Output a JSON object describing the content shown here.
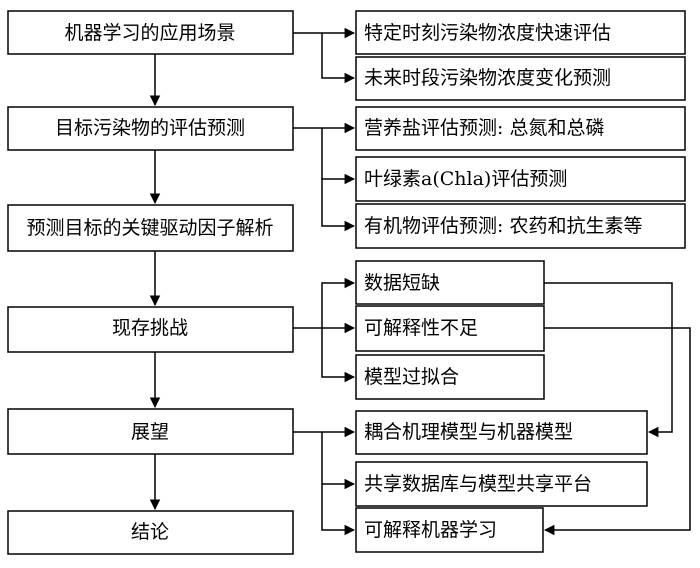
{
  "diagram": {
    "main_nodes": [
      {
        "id": "m1",
        "label": "机器学习的应用场景"
      },
      {
        "id": "m2",
        "label": "目标污染物的评估预测"
      },
      {
        "id": "m3",
        "label": "预测目标的关键驱动因子解析"
      },
      {
        "id": "m4",
        "label": "现存挑战"
      },
      {
        "id": "m5",
        "label": "展望"
      },
      {
        "id": "m6",
        "label": "结论"
      }
    ],
    "side_nodes": [
      {
        "id": "s1",
        "label": "特定时刻污染物浓度快速评估"
      },
      {
        "id": "s2",
        "label": "未来时段污染物浓度变化预测"
      },
      {
        "id": "s3",
        "label": "营养盐评估预测: 总氮和总磷"
      },
      {
        "id": "s4",
        "label": "叶绿素a(Chla)评估预测"
      },
      {
        "id": "s5",
        "label": "有机物评估预测: 农药和抗生素等"
      },
      {
        "id": "s6",
        "label": "数据短缺"
      },
      {
        "id": "s7",
        "label": "可解释性不足"
      },
      {
        "id": "s8",
        "label": "模型过拟合"
      },
      {
        "id": "s9",
        "label": "耦合机理模型与机器模型"
      },
      {
        "id": "s10",
        "label": "共享数据库与模型共享平台"
      },
      {
        "id": "s11",
        "label": "可解释机器学习"
      }
    ],
    "edges": [
      {
        "from": "m1",
        "to": "m2"
      },
      {
        "from": "m2",
        "to": "m3"
      },
      {
        "from": "m3",
        "to": "m4"
      },
      {
        "from": "m4",
        "to": "m5"
      },
      {
        "from": "m5",
        "to": "m6"
      },
      {
        "from": "m1",
        "to": "s1"
      },
      {
        "from": "m1",
        "to": "s2"
      },
      {
        "from": "m2",
        "to": "s3"
      },
      {
        "from": "m2",
        "to": "s4"
      },
      {
        "from": "m2",
        "to": "s5"
      },
      {
        "from": "m4",
        "to": "s6"
      },
      {
        "from": "m4",
        "to": "s7"
      },
      {
        "from": "m4",
        "to": "s8"
      },
      {
        "from": "m5",
        "to": "s9"
      },
      {
        "from": "m5",
        "to": "s10"
      },
      {
        "from": "m5",
        "to": "s11"
      },
      {
        "from": "s6",
        "to": "s9"
      },
      {
        "from": "s7",
        "to": "s11"
      }
    ]
  }
}
